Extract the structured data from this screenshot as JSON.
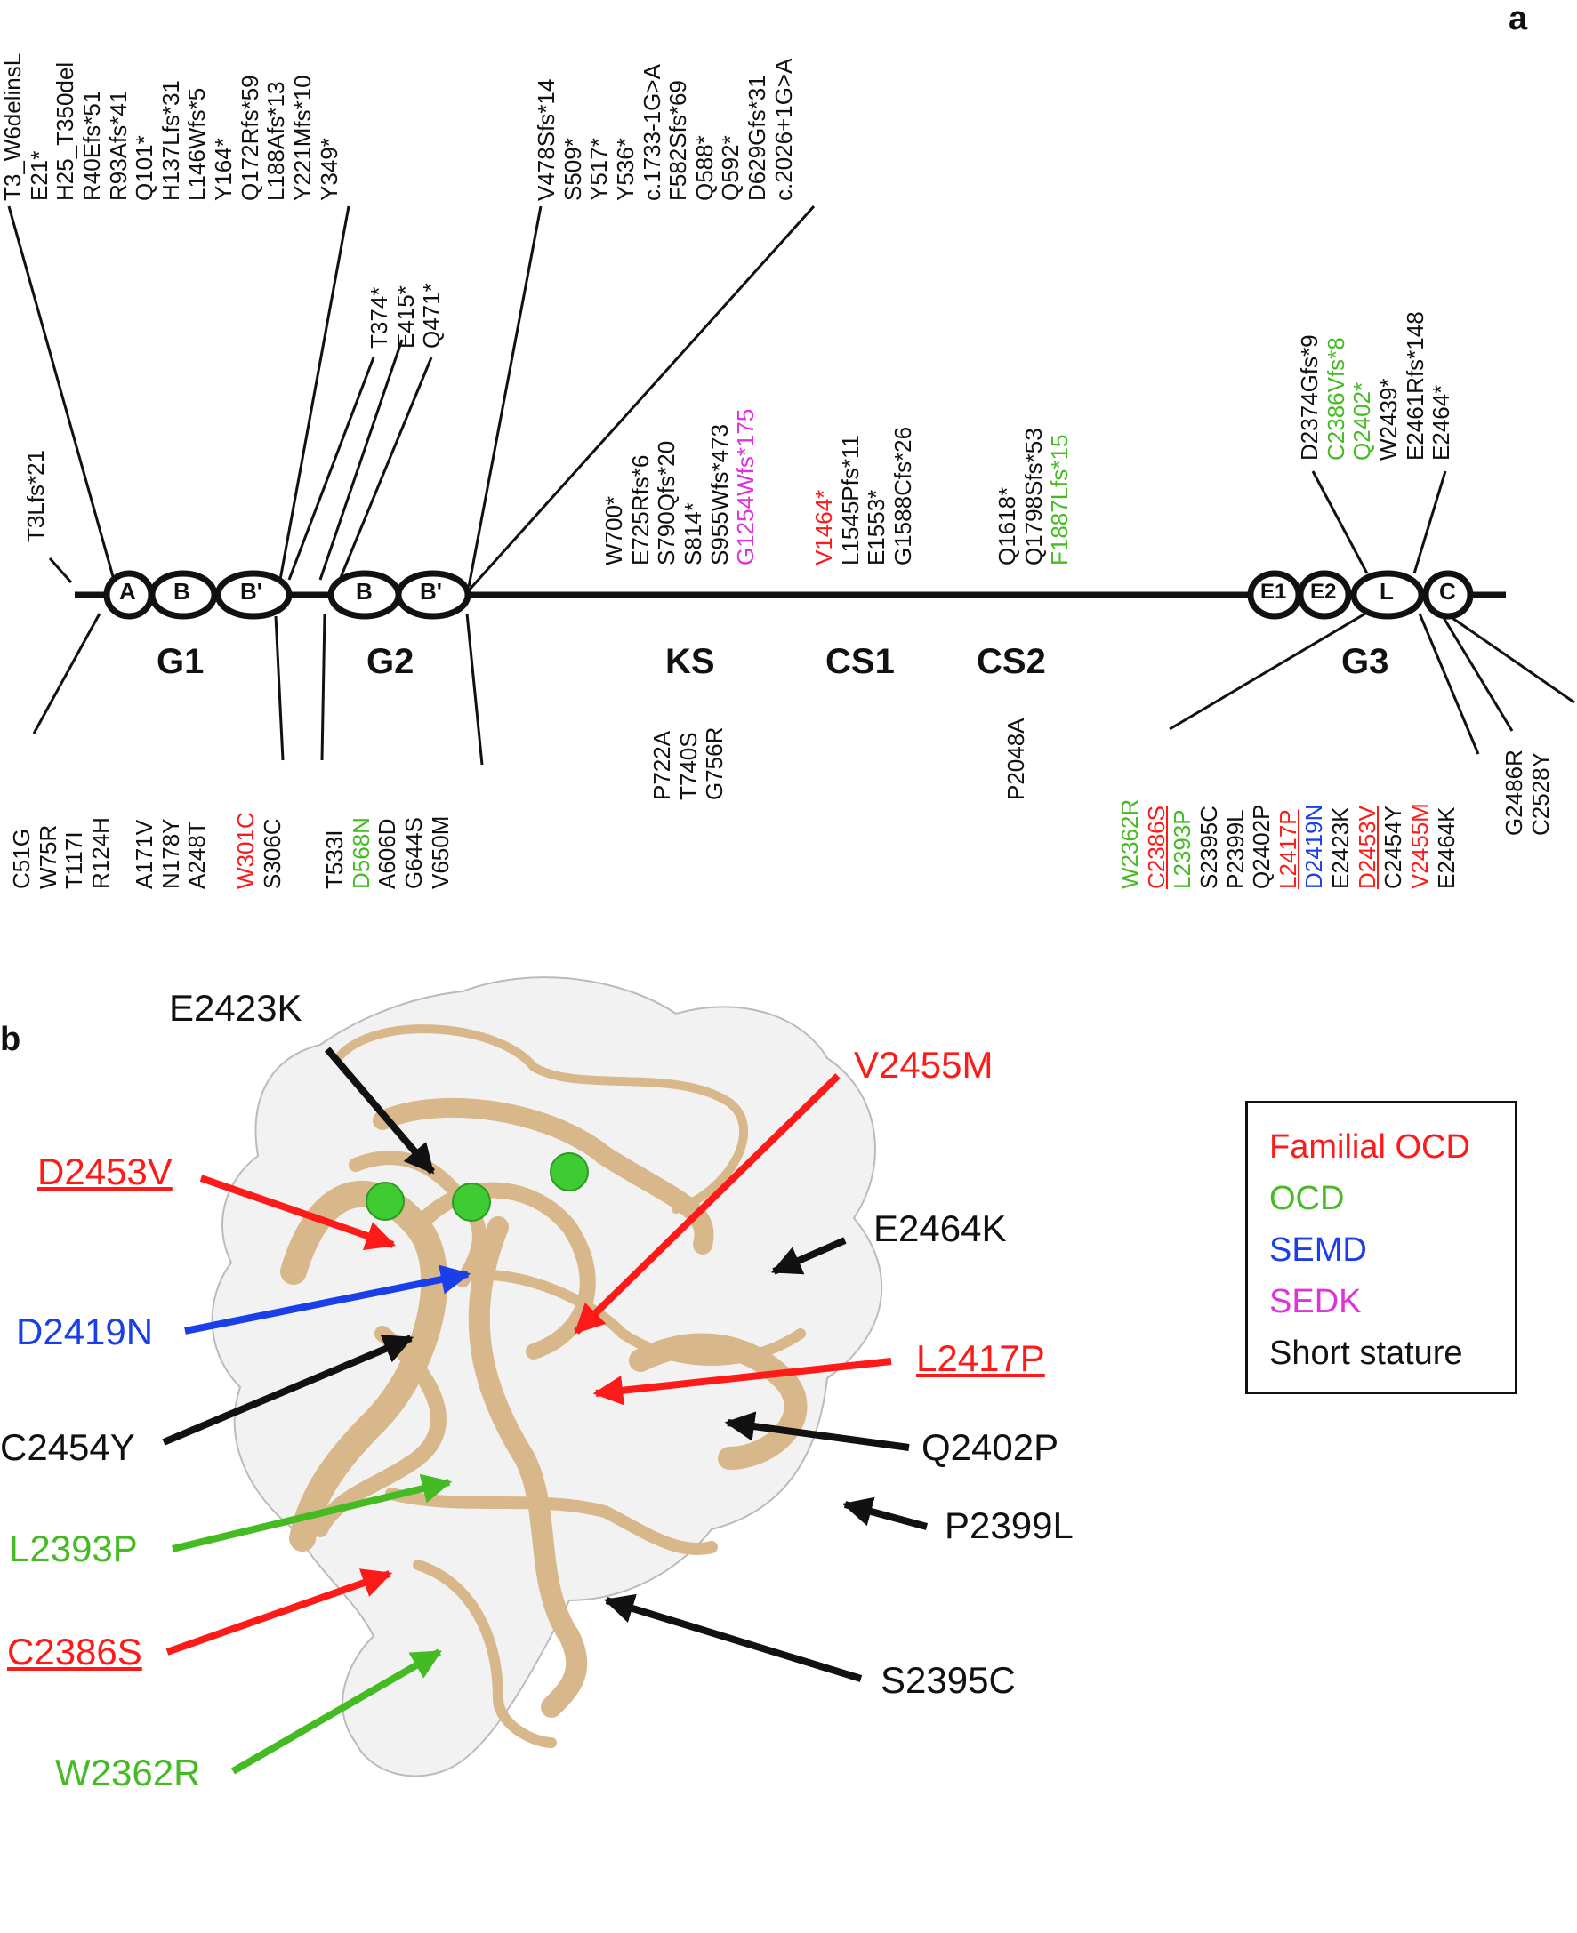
{
  "panels": {
    "a": "a",
    "b": "b"
  },
  "colors": {
    "familial_ocd": "#ff1a1a",
    "ocd": "#44bb22",
    "semd": "#1a3fe8",
    "sedk": "#dd33dd",
    "short_stature": "#111111"
  },
  "domains": {
    "ovals": [
      "A",
      "B",
      "B'",
      "B",
      "B'",
      "E1",
      "E2",
      "L",
      "C"
    ],
    "regions": [
      "G1",
      "G2",
      "KS",
      "CS1",
      "CS2",
      "G3"
    ]
  },
  "top_mutations": {
    "t3lfs": [
      "T3Lfs*21"
    ],
    "g1": [
      "T3_W6delinsL",
      "E21*",
      "H25_T350del",
      "R40Efs*51",
      "R93Afs*41",
      "Q101*",
      "H137Lfs*31",
      "L146Wfs*5",
      "Y164*",
      "Q172Rfs*59",
      "L188Afs*13",
      "Y221Mfs*10",
      "Y349*"
    ],
    "g2": [
      "T374*",
      "E415*",
      "Q471*"
    ],
    "ks_upper": [
      "V478Sfs*14",
      "S509*",
      "Y517*",
      "Y536*",
      "c.1733-1G>A",
      "F582Sfs*69",
      "Q588*",
      "Q592*",
      "D629Gfs*31",
      "c.2026+1G>A"
    ],
    "ks": [
      "W700*",
      "E725Rfs*6",
      "S790Qfs*20",
      "S814*",
      "S955Wfs*473",
      "G1254Wfs*175"
    ],
    "cs1": [
      "V1464*",
      "L1545Pfs*11",
      "E1553*",
      "G1588Cfs*26"
    ],
    "cs2": [
      "Q1618*",
      "Q1798Sfs*53",
      "F1887Lfs*15"
    ],
    "g3": [
      "D2374Gfs*9",
      "C2386Vfs*8",
      "Q2402*",
      "W2439*",
      "E2461Rfs*148",
      "E2464*"
    ]
  },
  "bottom_mutations": {
    "g1a": [
      "C51G",
      "W75R",
      "T117I",
      "R124H"
    ],
    "g1b": [
      "A171V",
      "N178Y",
      "A248T"
    ],
    "g1c": [
      "W301C",
      "S306C"
    ],
    "g2": [
      "T533I",
      "D568N",
      "A606D",
      "G644S",
      "V650M"
    ],
    "ks": [
      "P722A",
      "T740S",
      "G756R"
    ],
    "cs2": [
      "P2048A"
    ],
    "g3": [
      "W2362R",
      "C2386S",
      "L2393P",
      "S2395C",
      "P2399L",
      "Q2402P",
      "L2417P",
      "D2419N",
      "E2423K",
      "D2453V",
      "C2454Y",
      "V2455M",
      "E2464K"
    ],
    "c": [
      "G2486R",
      "C2528Y"
    ]
  },
  "structure_labels": {
    "e2423k": "E2423K",
    "v2455m": "V2455M",
    "d2453v": "D2453V",
    "e2464k": "E2464K",
    "d2419n": "D2419N",
    "l2417p": "L2417P",
    "c2454y": "C2454Y",
    "q2402p": "Q2402P",
    "l2393p": "L2393P",
    "p2399l": "P2399L",
    "c2386s": "C2386S",
    "s2395c": "S2395C",
    "w2362r": "W2362R"
  },
  "legend": {
    "familial_ocd": "Familial OCD",
    "ocd": "OCD",
    "semd": "SEMD",
    "sedk": "SEDK",
    "short_stature": "Short stature"
  }
}
